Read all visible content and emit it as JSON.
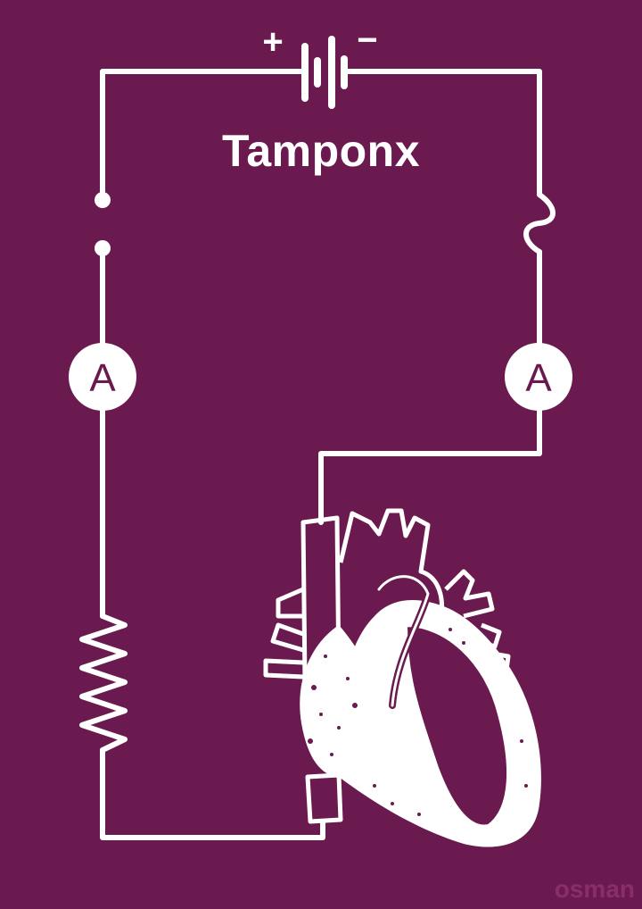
{
  "poster": {
    "title": "Tamponx",
    "watermark": "osman",
    "battery_positive": "+",
    "battery_negative": "−",
    "ammeter_left_label": "A",
    "ammeter_right_label": "A"
  },
  "colors": {
    "background": "#6a1a4e",
    "line": "#ffffff",
    "watermark": "#8a2d6a"
  },
  "icons": {
    "battery": "battery-icon",
    "switch": "switch-icon",
    "fuse": "fuse-icon",
    "ammeter": "ammeter-icon",
    "resistor": "resistor-icon",
    "heart": "heart-anatomy-icon"
  }
}
